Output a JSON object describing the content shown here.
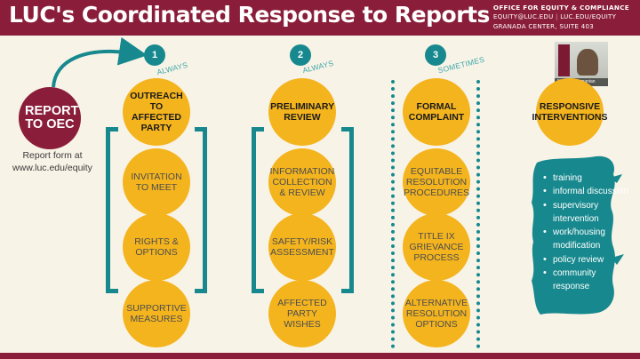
{
  "header": {
    "title": "LUC's Coordinated Response to Reports",
    "office_name": "OFFICE FOR EQUITY & COMPLIANCE",
    "email": "EQUITY@LUC.EDU",
    "separator": "|",
    "website": "LUC.EDU/EQUITY",
    "location": "GRANADA CENTER, SUITE 403"
  },
  "report": {
    "label": "REPORT TO OEC",
    "note": "Report form at www.luc.edu/equity"
  },
  "steps": [
    {
      "number": "1",
      "frequency": "ALWAYS"
    },
    {
      "number": "2",
      "frequency": "ALWAYS"
    },
    {
      "number": "3",
      "frequency": "SOMETIMES"
    }
  ],
  "columns": {
    "outreach": {
      "header": "OUTREACH TO AFFECTED PARTY",
      "items": [
        "INVITATION TO MEET",
        "RIGHTS & OPTIONS",
        "SUPPORTIVE MEASURES"
      ]
    },
    "preliminary": {
      "header": "PRELIMINARY REVIEW",
      "items": [
        "INFORMATION COLLECTION & REVIEW",
        "SAFETY/RISK ASSESSMENT",
        "AFFECTED PARTY WISHES"
      ]
    },
    "formal": {
      "header": "FORMAL COMPLAINT",
      "items": [
        "EQUITABLE RESOLUTION PROCEDURES",
        "TITLE IX GRIEVANCE PROCESS",
        "ALTERNATIVE RESOLUTION OPTIONS"
      ]
    },
    "responsive": {
      "header": "RESPONSIVE INTERVENTIONS",
      "items": [
        "training",
        "informal discussion",
        "supervisory intervention",
        "work/housing modification",
        "policy review",
        "community response"
      ]
    }
  },
  "webcam": {
    "name": "Naka Arodumanian"
  },
  "colors": {
    "maroon": "#8a1e3a",
    "gold": "#f4b41e",
    "teal": "#17898e",
    "background": "#f8f3e7"
  }
}
